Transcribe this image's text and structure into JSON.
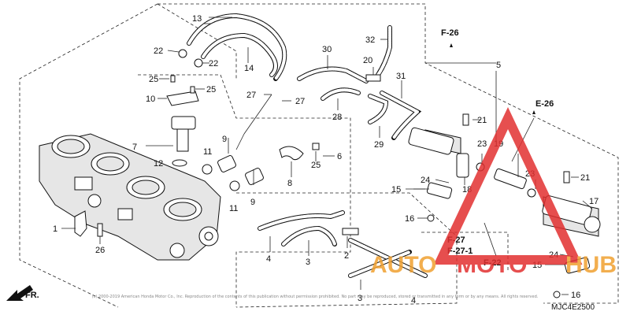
{
  "diagram": {
    "code": "MJC4E2500",
    "copyright": "(c) 2000-2019 American Honda Motor Co., Inc. Reproduction of the contents of this publication without permission prohibited. No part may be reproduced, stored or transmitted in any form or by any means. All rights reserved.",
    "fr_label": "FR.",
    "refs": {
      "f26": "F-26",
      "e26": "E-26",
      "f27": "F-27",
      "f271": "F-27-1",
      "f22": "F-22"
    },
    "callouts": {
      "c1": "1",
      "c2": "2",
      "c3a": "3",
      "c3b": "3",
      "c4a": "4",
      "c4b": "4",
      "c5": "5",
      "c6": "6",
      "c7": "7",
      "c8": "8",
      "c9a": "9",
      "c9b": "9",
      "c10": "10",
      "c11a": "11",
      "c11b": "11",
      "c12": "12",
      "c13": "13",
      "c14": "14",
      "c15a": "15",
      "c15b": "15",
      "c16a": "16",
      "c16b": "16",
      "c17": "17",
      "c18": "18",
      "c19": "19",
      "c20": "20",
      "c21a": "21",
      "c21b": "21",
      "c22a": "22",
      "c22b": "22",
      "c23a": "23",
      "c23b": "23",
      "c24a": "24",
      "c24b": "24",
      "c25a": "25",
      "c25b": "25",
      "c25c": "25",
      "c26": "26",
      "c27a": "27",
      "c27b": "27",
      "c28": "28",
      "c29": "29",
      "c30": "30",
      "c31": "31",
      "c32": "32"
    }
  },
  "watermark": {
    "text_a": "AUTO",
    "text_b": "MOTO",
    "text_c": "HUB",
    "color_orange": "#f0a030",
    "color_red": "#e23030"
  }
}
